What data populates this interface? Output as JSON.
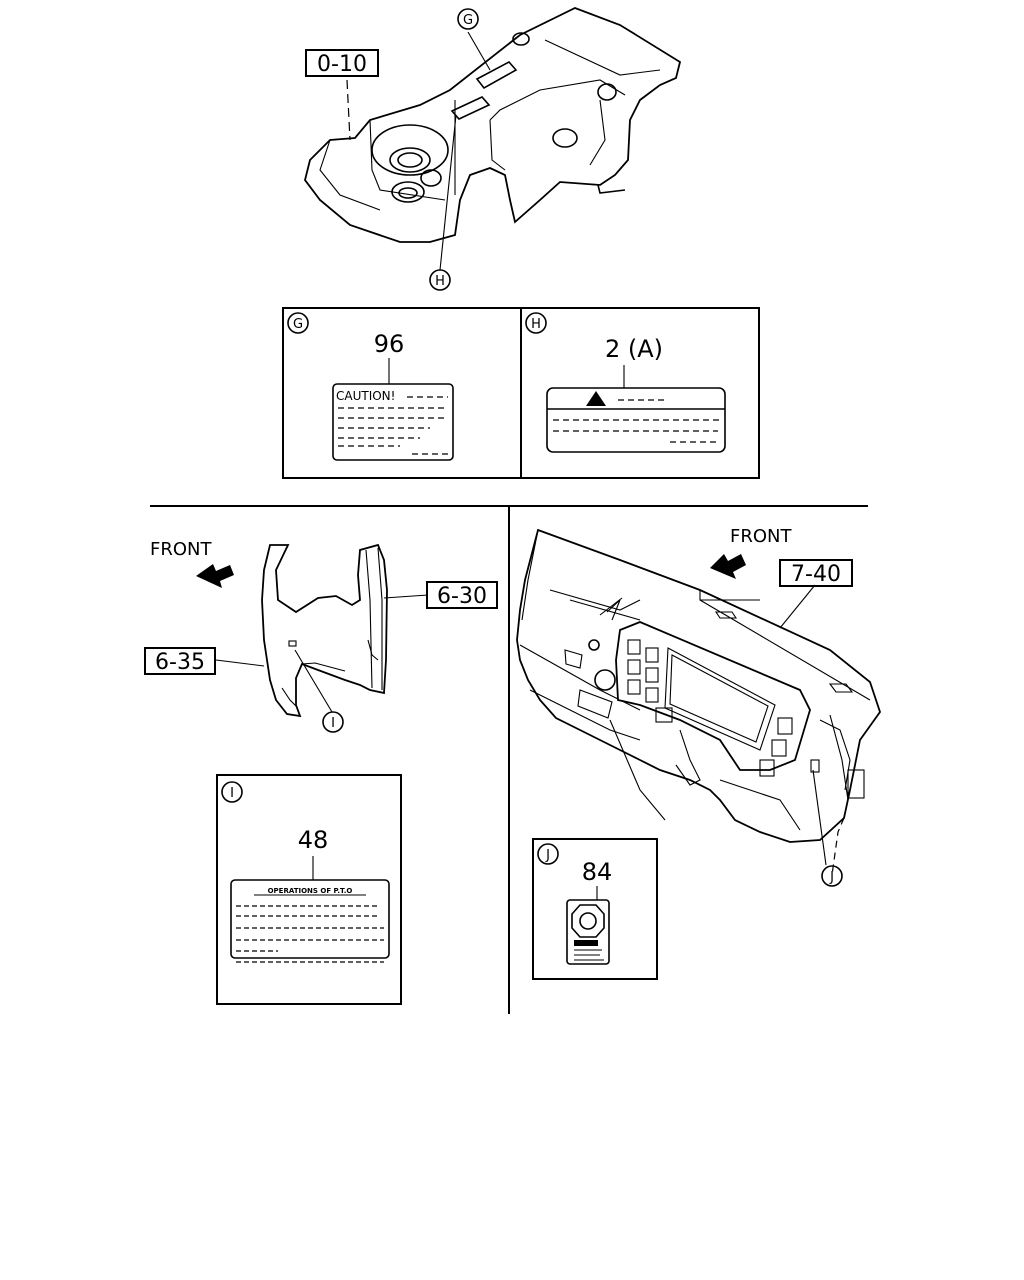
{
  "callouts": {
    "g": "G",
    "h": "H",
    "i": "I",
    "j": "J"
  },
  "part_numbers": {
    "p0_10": "0-10",
    "p6_30": "6-30",
    "p6_35": "6-35",
    "p7_40": "7-40"
  },
  "front_labels": {
    "left": "FRONT",
    "right": "FRONT"
  },
  "detail_g": {
    "ref": "96",
    "label_title": "CAUTION!"
  },
  "detail_h": {
    "ref": "2 (A)"
  },
  "detail_i": {
    "ref": "48",
    "label_title": "OPERATIONS OF P.T.O"
  },
  "detail_j": {
    "ref": "84"
  },
  "colors": {
    "line": "#000000",
    "background": "#ffffff"
  }
}
